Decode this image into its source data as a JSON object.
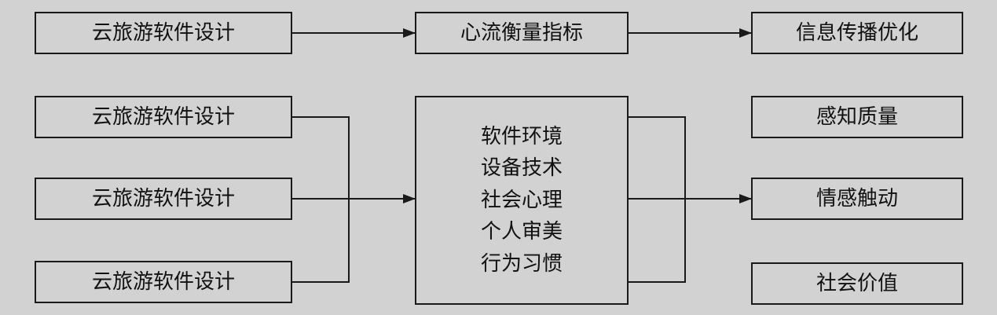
{
  "top_row": {
    "left": "云旅游软件设计",
    "middle": "心流衡量指标",
    "right": "信息传播优化"
  },
  "inputs": [
    "云旅游软件设计",
    "云旅游软件设计",
    "云旅游软件设计"
  ],
  "center_items": [
    "软件环境",
    "设备技术",
    "社会心理",
    "个人审美",
    "行为习惯"
  ],
  "outputs": [
    "感知质量",
    "情感触动",
    "社会价值"
  ],
  "colors": {
    "background": "#d2d2d2",
    "line": "#1a1a1a"
  }
}
